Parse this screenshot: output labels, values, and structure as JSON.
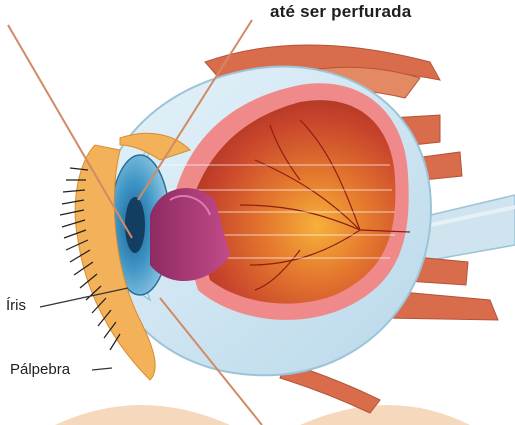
{
  "labels": {
    "top_caption": "até ser perfurada",
    "iris": "Íris",
    "eyelid": "Pálpebra"
  },
  "colors": {
    "background": "#ffffff",
    "sclera": "#cfe6f2",
    "choroid": "#f08a8a",
    "retina": "#c8442c",
    "fundus_center": "#f6b13b",
    "lens": "#a8386e",
    "iris": "#3d94c4",
    "eyelid": "#f3b15a",
    "muscle": "#d96c4a",
    "optic_nerve": "#cfe4ef",
    "leader_line": "#d08a66"
  }
}
